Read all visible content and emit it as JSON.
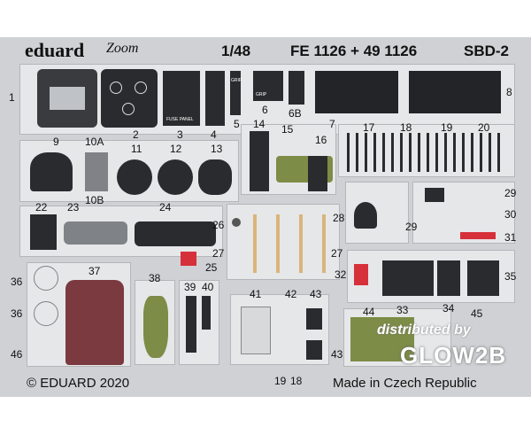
{
  "header": {
    "brand": "eduard",
    "brand_mark": "Zoom",
    "scale": "1/48",
    "code": "FE 1126 + 49 1126",
    "model": "SBD-2"
  },
  "part_numbers": [
    "1",
    "2",
    "3",
    "4",
    "5",
    "6",
    "6B",
    "7",
    "8",
    "9",
    "10A",
    "10B",
    "11",
    "12",
    "13",
    "14",
    "15",
    "16",
    "17",
    "18",
    "19",
    "20",
    "22",
    "23",
    "24",
    "25",
    "26",
    "27",
    "27",
    "28",
    "29",
    "29",
    "30",
    "31",
    "32",
    "33",
    "34",
    "35",
    "36",
    "36",
    "37",
    "38",
    "39",
    "40",
    "41",
    "42",
    "43",
    "43",
    "44",
    "45",
    "46",
    "19",
    "18"
  ],
  "part_text": {
    "fuse_panel": "FUSE PANEL",
    "p5": "GRIP",
    "p6": "GRIP"
  },
  "footer": {
    "copyright": "© EDUARD 2020",
    "origin": "Made in Czech Republic"
  },
  "watermark": {
    "line1": "distributed by",
    "line2": "GLOW2B"
  },
  "colors": {
    "fret": "#cfd1d4",
    "panel": "#2a2b2e",
    "interior_green": "#7d8c46",
    "maroon": "#7a3a40",
    "red": "#d6303a",
    "brass": "#d9b57a"
  }
}
